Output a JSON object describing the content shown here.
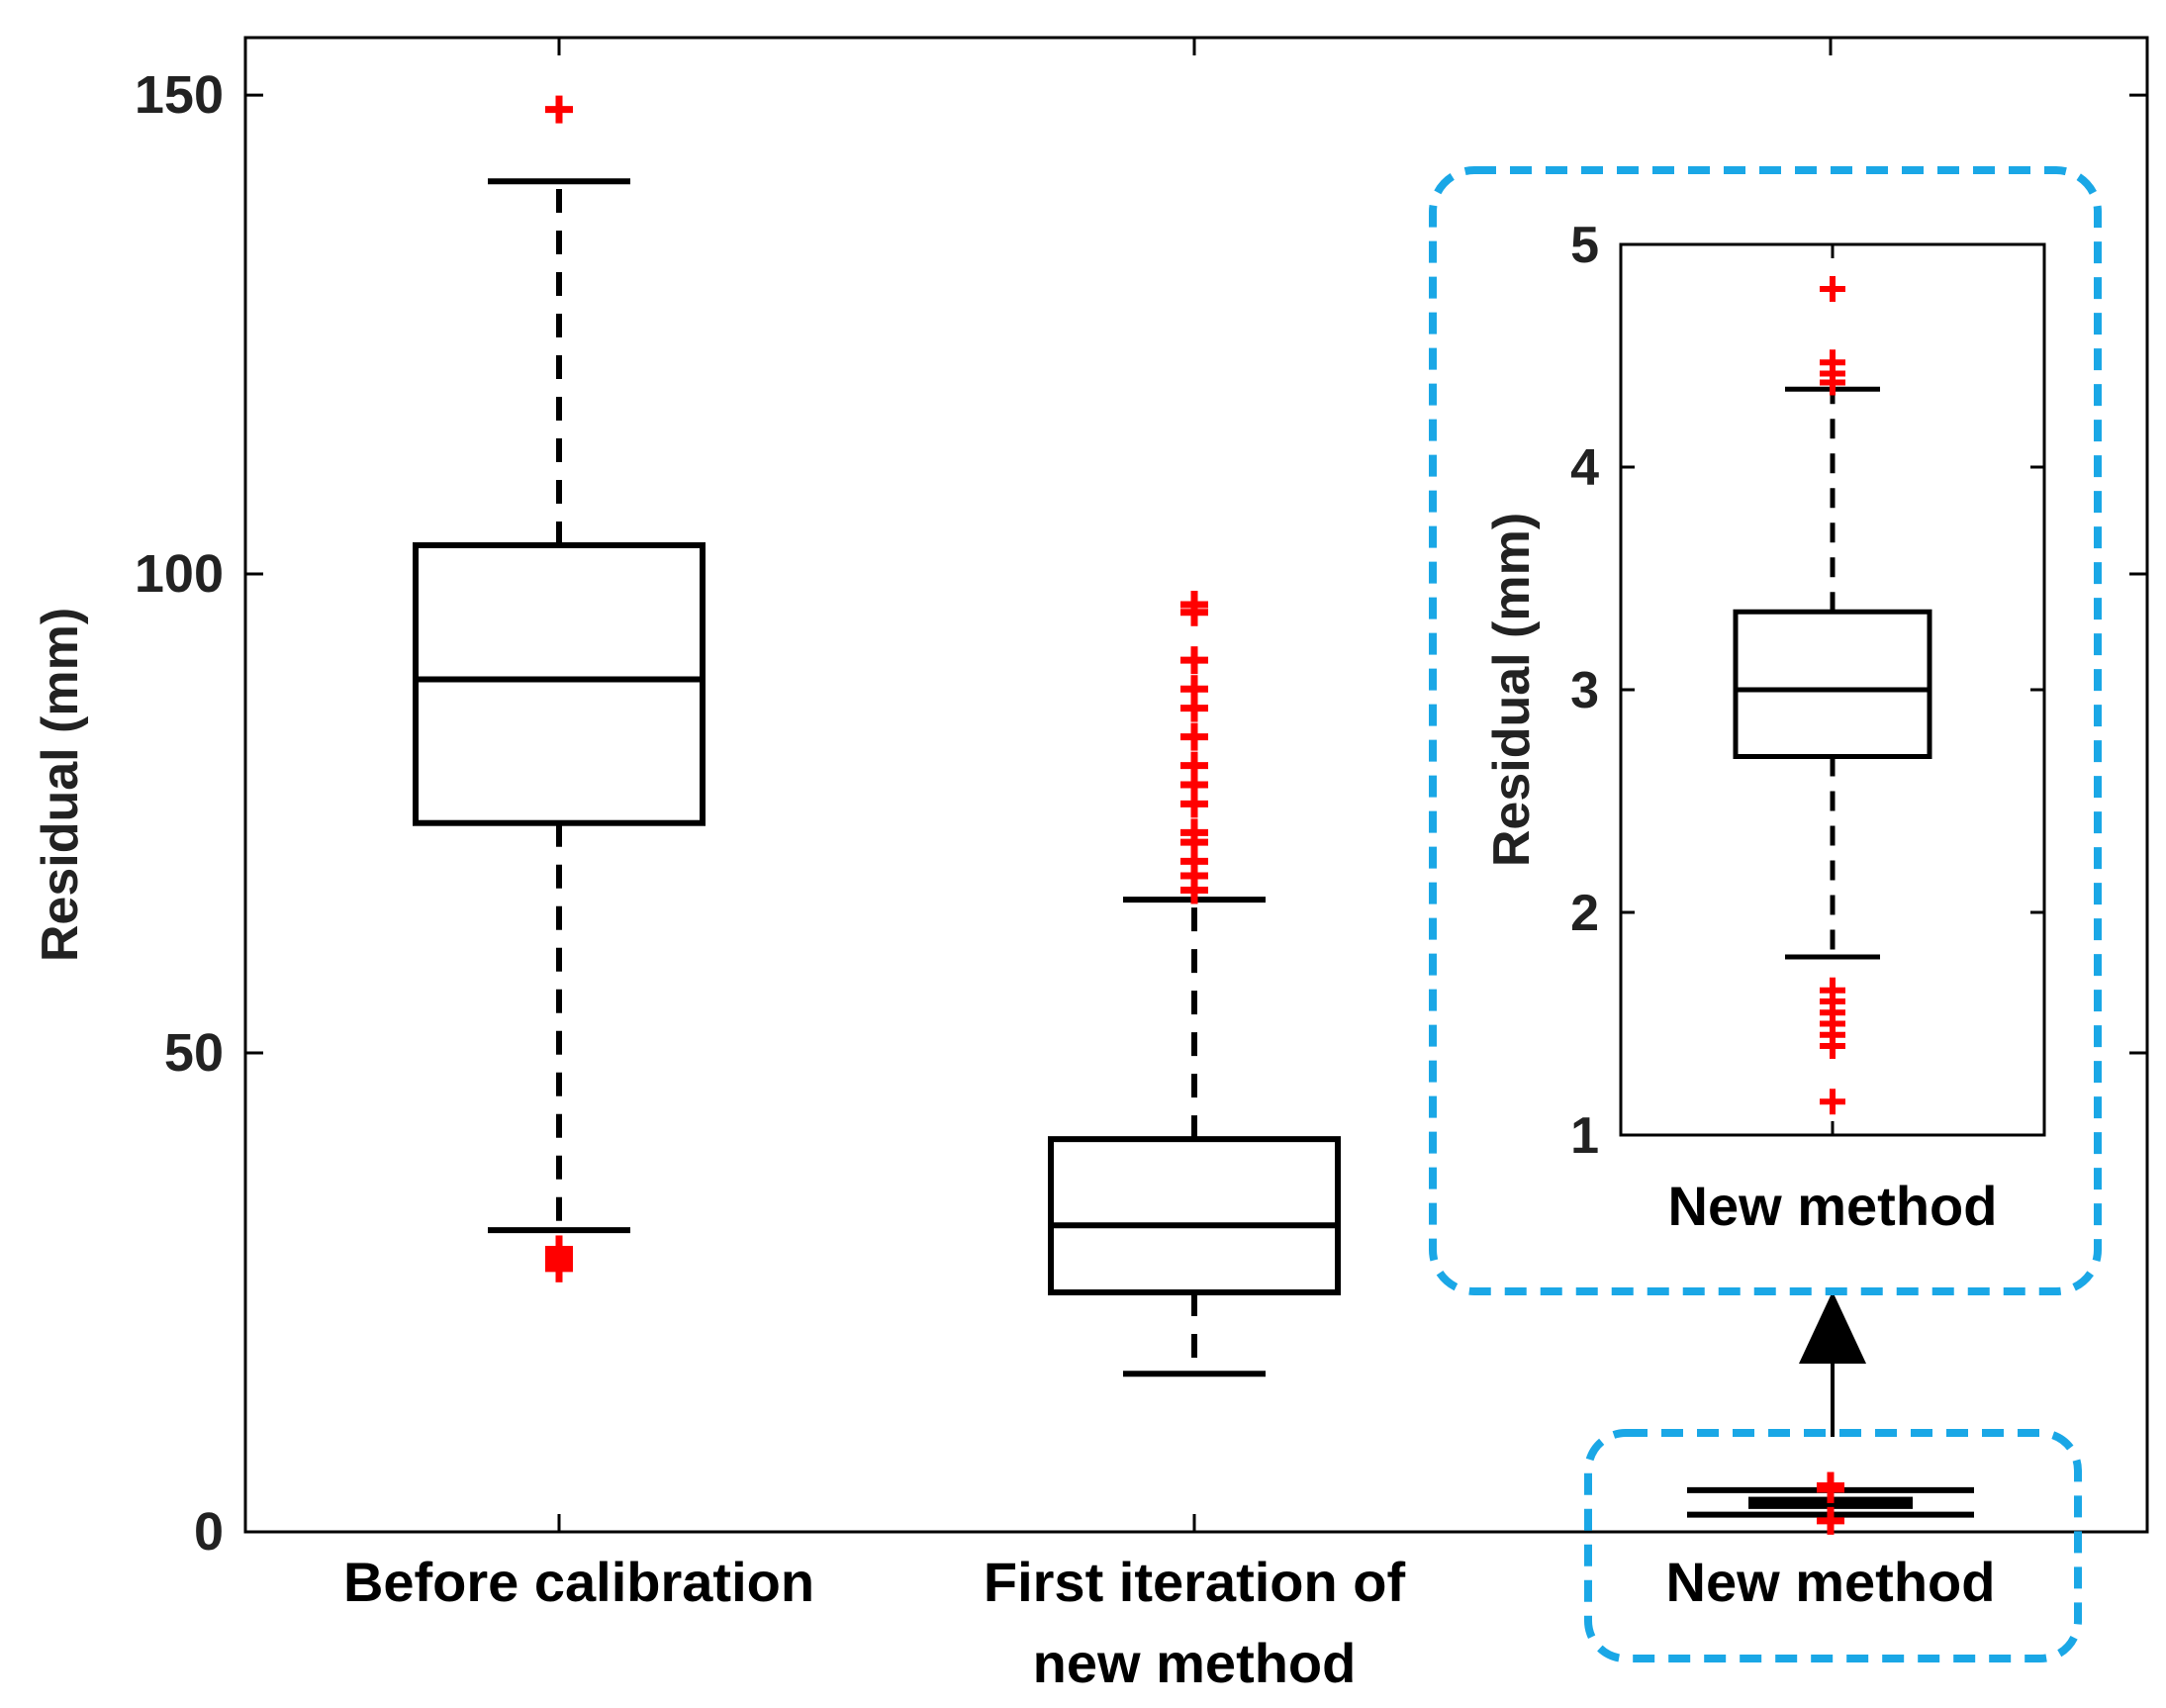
{
  "chart_data": [
    {
      "type": "box",
      "ylabel": "Residual (mm)",
      "ylim": [
        0,
        156
      ],
      "yticks": [
        "0",
        "50",
        "100",
        "150"
      ],
      "categories": [
        "Before calibration",
        "First iteration of new method",
        "New method"
      ],
      "category_lines": [
        [
          "Before calibration"
        ],
        [
          "First iteration of",
          "new method"
        ],
        [
          "New method"
        ]
      ],
      "boxes": [
        {
          "category": "Before calibration",
          "whisker_low": 31.5,
          "q1": 74,
          "median": 89,
          "q3": 103,
          "whisker_high": 141,
          "outliers": [
            148.5,
            29.5,
            28.8,
            28.2,
            27.5
          ]
        },
        {
          "category": "First iteration of new method",
          "whisker_low": 16.5,
          "q1": 25,
          "median": 32,
          "q3": 41,
          "whisker_high": 66,
          "outliers": [
            96.8,
            96,
            91,
            88,
            86,
            83,
            80,
            78,
            76,
            73,
            72,
            70,
            68.5,
            67
          ]
        },
        {
          "category": "New method",
          "whisker_low": 1.8,
          "q1": 2.7,
          "median": 3,
          "q3": 3.35,
          "whisker_high": 4.35,
          "outliers": [
            4.8,
            4.45,
            1.15
          ]
        }
      ],
      "colors": {
        "box": "#000000",
        "outlier": "#ff0000",
        "highlight": "#1aa7e6"
      }
    },
    {
      "type": "box",
      "inset_of": "New method",
      "ylabel": "Residual (mm)",
      "ylim": [
        1,
        5
      ],
      "yticks": [
        "1",
        "2",
        "3",
        "4",
        "5"
      ],
      "categories": [
        "New method"
      ],
      "boxes": [
        {
          "category": "New method",
          "whisker_low": 1.8,
          "q1": 2.7,
          "median": 3,
          "q3": 3.35,
          "whisker_high": 4.35,
          "outliers": [
            4.8,
            4.47,
            4.42,
            4.38,
            1.65,
            1.6,
            1.55,
            1.5,
            1.45,
            1.4,
            1.15
          ]
        }
      ]
    }
  ]
}
